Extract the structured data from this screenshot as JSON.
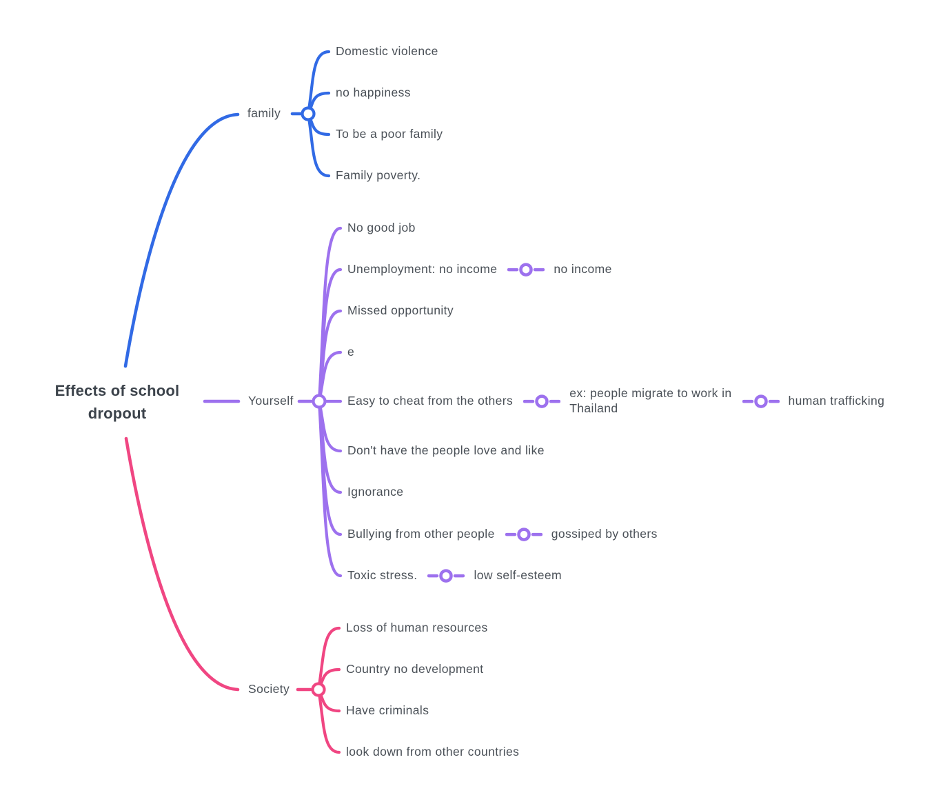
{
  "colors": {
    "family_branch": "#316ae5",
    "yourself_branch": "#9d71ee",
    "society_branch": "#f04682",
    "label_text": "#4a5057",
    "root_text": "#3c434b",
    "background": "#ffffff"
  },
  "root": {
    "label": "Effects of school\ndropout"
  },
  "branches": [
    {
      "label": "family",
      "children": [
        {
          "label": "Domestic violence"
        },
        {
          "label": "no happiness"
        },
        {
          "label": "To be a poor family"
        },
        {
          "label": "Family poverty."
        }
      ]
    },
    {
      "label": "Yourself",
      "children": [
        {
          "label": "No good job"
        },
        {
          "label": "Unemployment: no income",
          "child": {
            "label": "no income"
          }
        },
        {
          "label": "Missed opportunity"
        },
        {
          "label": "e"
        },
        {
          "label": "Easy to cheat from the others",
          "child": {
            "label": "ex: people migrate to work in\nThailand",
            "child": {
              "label": "human trafficking"
            }
          }
        },
        {
          "label": "Don't have the people love and like"
        },
        {
          "label": "Ignorance"
        },
        {
          "label": "Bullying from other people",
          "child": {
            "label": "gossiped by others"
          }
        },
        {
          "label": "Toxic stress.",
          "child": {
            "label": "low self-esteem"
          }
        }
      ]
    },
    {
      "label": "Society",
      "children": [
        {
          "label": "Loss of human resources"
        },
        {
          "label": "Country no development"
        },
        {
          "label": "Have criminals"
        },
        {
          "label": "look down from other countries"
        }
      ]
    }
  ]
}
